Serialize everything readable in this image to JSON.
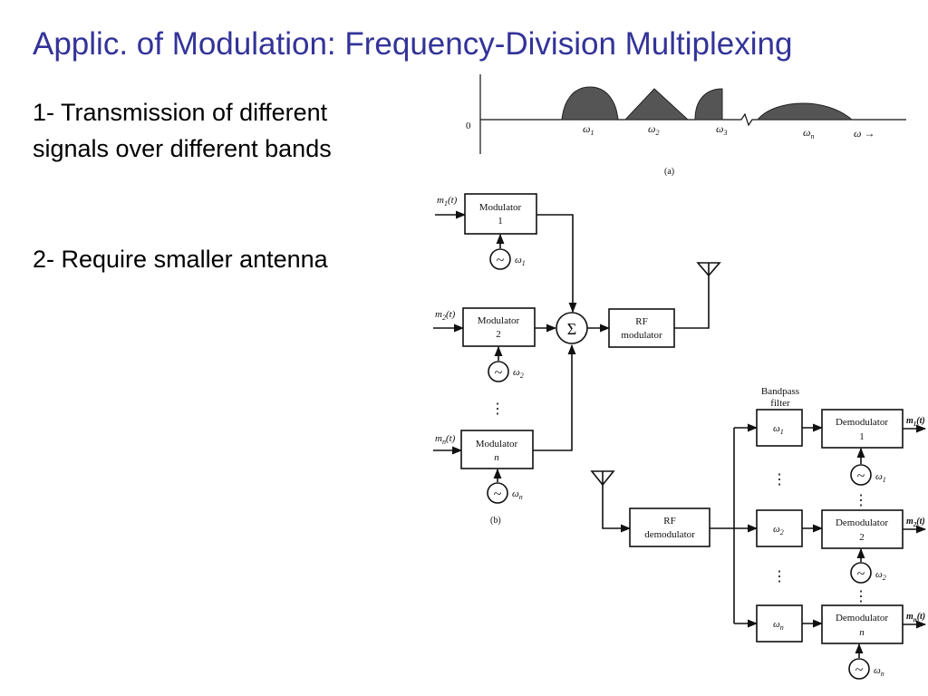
{
  "slide": {
    "title": "Applic. of Modulation: Frequency-Division Multiplexing",
    "bullets": [
      "1- Transmission of different signals over different bands",
      "2- Require smaller antenna"
    ]
  },
  "spectrum": {
    "origin_label": "0",
    "axis_label": "ω →",
    "band_labels": [
      "ω",
      "ω",
      "ω",
      "ω"
    ],
    "band_subscripts": [
      "1",
      "2",
      "3",
      "n"
    ],
    "caption": "(a)"
  },
  "transmitter": {
    "inputs": [
      "m",
      "m",
      "m"
    ],
    "input_subscripts": [
      "1",
      "2",
      "n"
    ],
    "input_suffix": "(t)",
    "modulator_label": "Modulator",
    "modulator_numbers": [
      "1",
      "2",
      "n"
    ],
    "oscillator_symbol": "~",
    "oscillator_labels": [
      "ω",
      "ω",
      "ω"
    ],
    "oscillator_subscripts": [
      "1",
      "2",
      "n"
    ],
    "ellipsis": "⋮",
    "summer_symbol": "Σ",
    "rf_modulator_label_1": "RF",
    "rf_modulator_label_2": "modulator",
    "caption": "(b)"
  },
  "receiver": {
    "rf_demodulator_label_1": "RF",
    "rf_demodulator_label_2": "demodulator",
    "bandpass_heading_1": "Bandpass",
    "bandpass_heading_2": "filter",
    "filter_labels": [
      "ω",
      "ω",
      "ω"
    ],
    "filter_subscripts": [
      "1",
      "2",
      "n"
    ],
    "demodulator_label": "Demodulator",
    "demodulator_numbers": [
      "1",
      "2",
      "n"
    ],
    "oscillator_symbol": "~",
    "oscillator_labels": [
      "ω",
      "ω",
      "ω"
    ],
    "oscillator_subscripts": [
      "1",
      "2",
      "n"
    ],
    "outputs": [
      "m",
      "m",
      "m"
    ],
    "output_subscripts": [
      "1",
      "2",
      "n"
    ],
    "output_suffix": "(t)",
    "ellipsis": "⋮"
  }
}
